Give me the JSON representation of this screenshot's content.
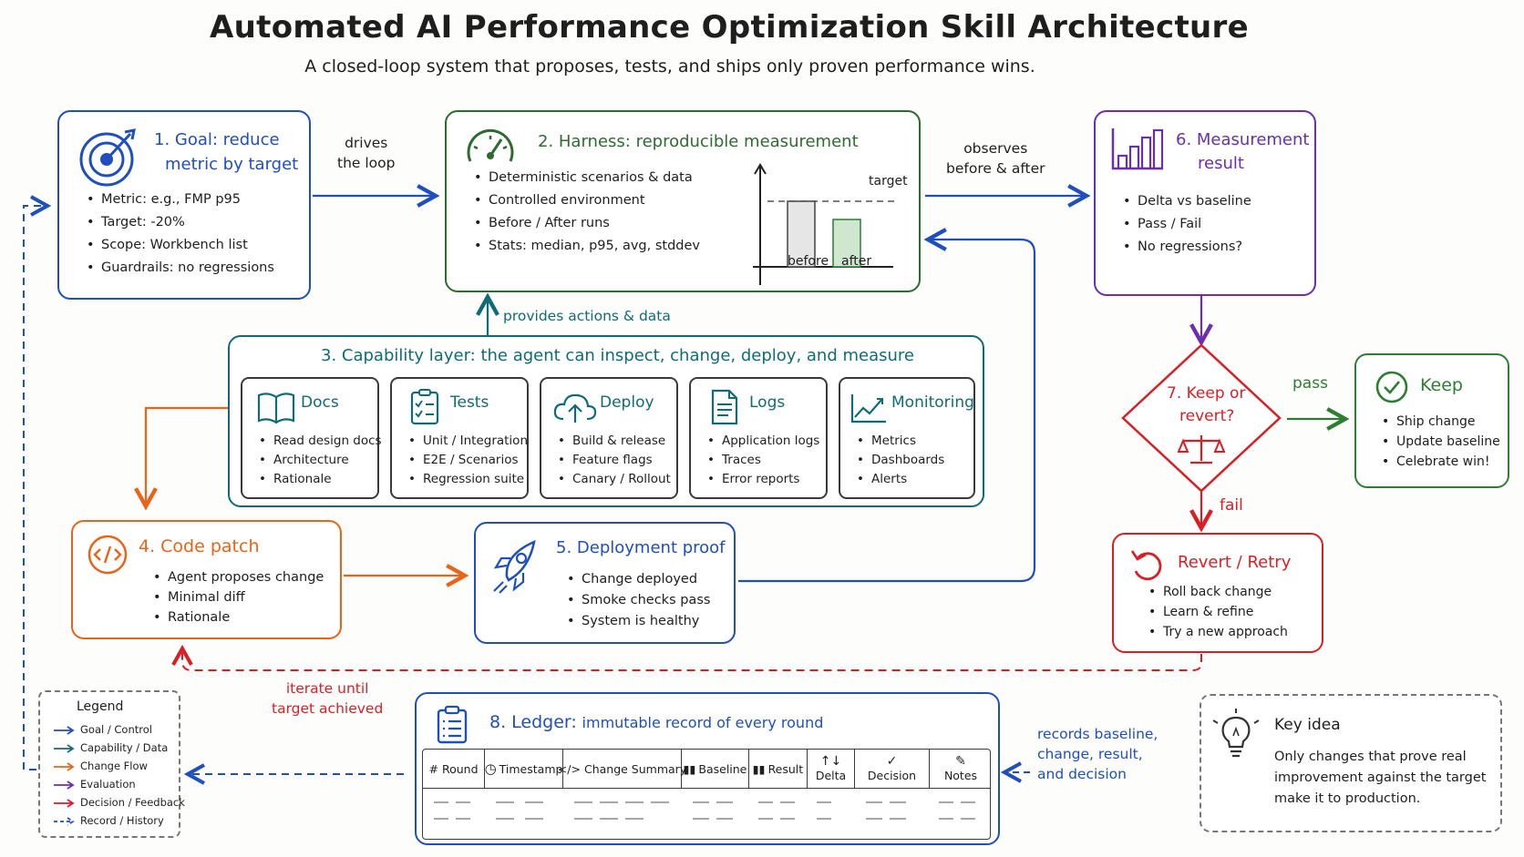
{
  "title": "Automated AI Performance Optimization Skill Architecture",
  "subtitle": "A closed-loop system that proposes, tests, and ships only proven performance wins.",
  "goal": {
    "title_line1": "1. Goal: reduce",
    "title_line2": "metric by target",
    "items": [
      "Metric: e.g., FMP p95",
      "Target: -20%",
      "Scope: Workbench list",
      "Guardrails: no regressions"
    ]
  },
  "harness": {
    "title": "2. Harness: reproducible measurement",
    "items": [
      "Deterministic scenarios & data",
      "Controlled environment",
      "Before / After runs",
      "Stats: median, p95, avg, stddev"
    ],
    "chart_target": "target",
    "chart_before": "before",
    "chart_after": "after"
  },
  "chart_data": {
    "type": "bar",
    "categories": [
      "before",
      "after"
    ],
    "values": [
      0.72,
      0.52
    ],
    "target": 0.72,
    "title": "",
    "xlabel": "",
    "ylabel": "",
    "ylim": [
      0,
      1
    ],
    "grid": false,
    "colors": {
      "before": "#9a9a9a",
      "after": "#2e7d32"
    }
  },
  "measurement": {
    "title_line1": "6. Measurement",
    "title_line2": "result",
    "items": [
      "Delta vs baseline",
      "Pass / Fail",
      "No regressions?"
    ]
  },
  "capability": {
    "title": "3. Capability layer: the agent can inspect, change, deploy, and measure",
    "cards": [
      {
        "title": "Docs",
        "icon": "book-icon",
        "items": [
          "Read design docs",
          "Architecture",
          "Rationale"
        ]
      },
      {
        "title": "Tests",
        "icon": "checklist-icon",
        "items": [
          "Unit / Integration",
          "E2E / Scenarios",
          "Regression suite"
        ]
      },
      {
        "title": "Deploy",
        "icon": "cloud-upload-icon",
        "items": [
          "Build & release",
          "Feature flags",
          "Canary / Rollout"
        ]
      },
      {
        "title": "Logs",
        "icon": "document-icon",
        "items": [
          "Application logs",
          "Traces",
          "Error reports"
        ]
      },
      {
        "title": "Monitoring",
        "icon": "line-chart-icon",
        "items": [
          "Metrics",
          "Dashboards",
          "Alerts"
        ]
      }
    ]
  },
  "patch": {
    "title": "4. Code patch",
    "items": [
      "Agent proposes change",
      "Minimal diff",
      "Rationale"
    ]
  },
  "deploy_proof": {
    "title": "5. Deployment proof",
    "items": [
      "Change deployed",
      "Smoke checks pass",
      "System is healthy"
    ]
  },
  "decision": {
    "title_line1": "7. Keep or",
    "title_line2": "revert?"
  },
  "keep": {
    "title": "Keep",
    "items": [
      "Ship change",
      "Update baseline",
      "Celebrate win!"
    ]
  },
  "revert": {
    "title": "Revert / Retry",
    "items": [
      "Roll back change",
      "Learn & refine",
      "Try a new approach"
    ]
  },
  "ledger": {
    "title_num": "8. Ledger:",
    "title_rest": "immutable record of every round",
    "columns": [
      "# Round",
      "Timestamp",
      "Change Summary",
      "Baseline",
      "Result",
      "Delta",
      "Decision",
      "Notes"
    ]
  },
  "labels": {
    "drives_line1": "drives",
    "drives_line2": "the loop",
    "observes_line1": "observes",
    "observes_line2": "before & after",
    "provides": "provides actions & data",
    "pass": "pass",
    "fail": "fail",
    "iterate_line1": "iterate until",
    "iterate_line2": "target achieved",
    "records_line1": "records baseline,",
    "records_line2": "change, result,",
    "records_line3": "and decision"
  },
  "legend": {
    "title": "Legend",
    "rows": [
      {
        "label": "Goal / Control",
        "color": "#1f4fbf",
        "dashed": false
      },
      {
        "label": "Capability / Data",
        "color": "#0f6b76",
        "dashed": false
      },
      {
        "label": "Change Flow",
        "color": "#e8641a",
        "dashed": false
      },
      {
        "label": "Evaluation",
        "color": "#6a2fb0",
        "dashed": false
      },
      {
        "label": "Decision / Feedback",
        "color": "#d81f26",
        "dashed": false
      },
      {
        "label": "Record / History",
        "color": "#1f4fbf",
        "dashed": true
      }
    ]
  },
  "key_idea": {
    "title": "Key idea",
    "line1": "Only changes that prove real",
    "line2": "improvement against the target",
    "line3": "make it to production."
  },
  "colors": {
    "blue": "#1f4fbf",
    "green": "#2e6b2f",
    "purple": "#6a2fb0",
    "teal": "#0f6b76",
    "orange": "#e8641a",
    "red": "#d81f26",
    "keep_green": "#2e7d32"
  }
}
